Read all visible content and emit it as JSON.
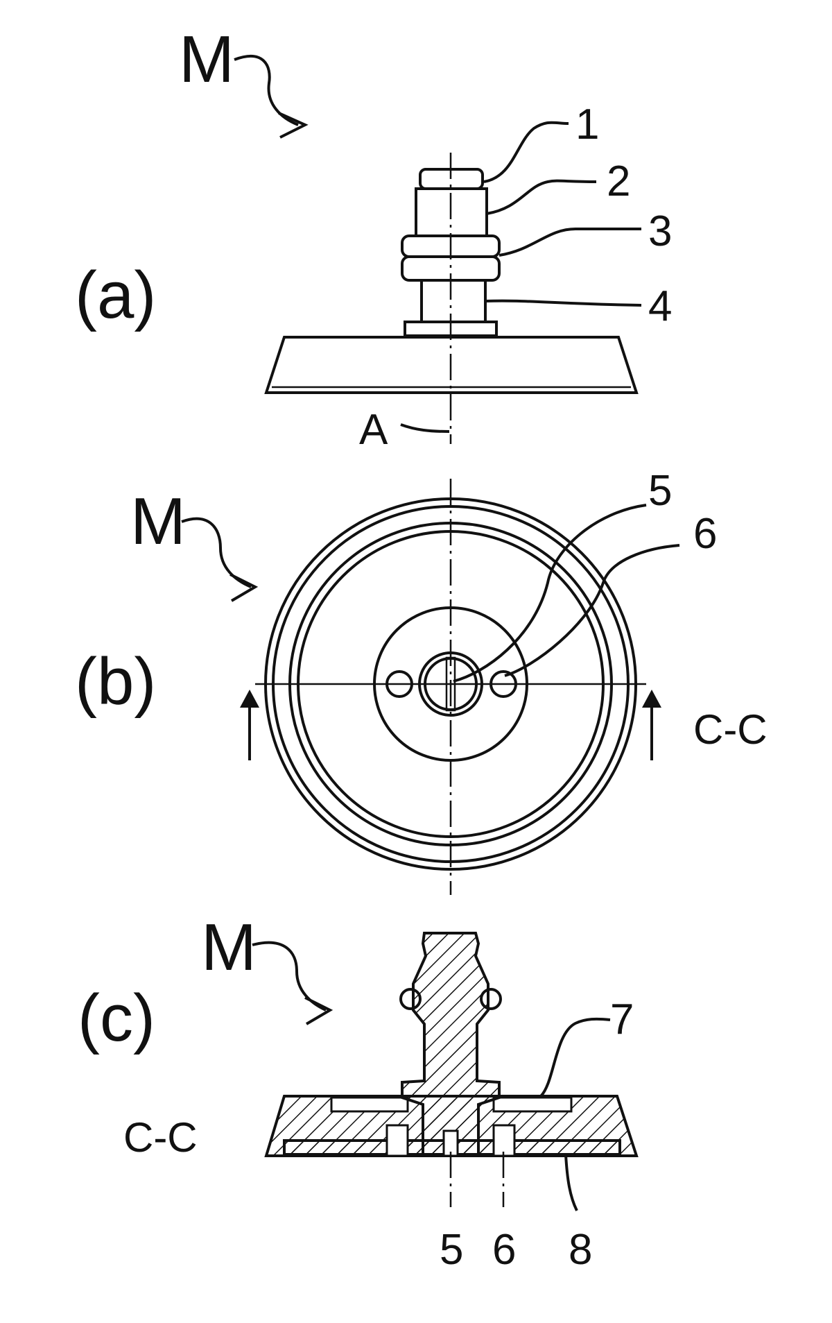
{
  "views": {
    "a": {
      "label": "(a)",
      "assembly": "M",
      "axis": "A"
    },
    "b": {
      "label": "(b)",
      "assembly": "M",
      "section": "C-C"
    },
    "c": {
      "label": "(c)",
      "assembly": "M",
      "section": "C-C"
    }
  },
  "callouts": {
    "a": [
      "1",
      "2",
      "3",
      "4"
    ],
    "b": [
      "5",
      "6"
    ],
    "c": [
      "7",
      "5",
      "6",
      "8"
    ]
  }
}
